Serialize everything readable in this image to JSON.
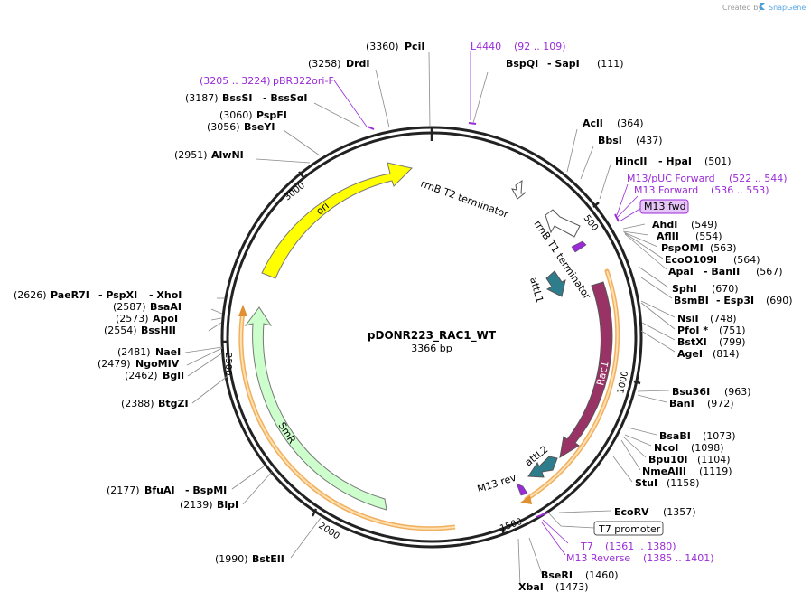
{
  "watermark": {
    "text": "Created by",
    "brand": "SnapGene"
  },
  "plasmid": {
    "name": "pDONR223_RAC1_WT",
    "length": "3366 bp"
  },
  "ticks": [
    "500",
    "1000",
    "1500",
    "2000",
    "2500",
    "3000"
  ],
  "features": {
    "ori": "ori",
    "rrnb_t2": "rrnB T2 terminator",
    "rrnb_t1": "rrnB T1 terminator",
    "attl1": "attL1",
    "rac1": "Rac1",
    "attl2": "attL2",
    "m13rev": "M13 rev",
    "smr": "SmR"
  },
  "sites": {
    "pcii": {
      "pos": "(3360)",
      "name": "PciI"
    },
    "drdi": {
      "pos": "(3258)",
      "name": "DrdI"
    },
    "bsssi": {
      "pos": "(3187)",
      "name": "BssSI",
      "name2": "- BssSαI"
    },
    "pspfi": {
      "pos": "(3060)",
      "name": "PspFI"
    },
    "bseyi": {
      "pos": "(3056)",
      "name": "BseYI"
    },
    "alwni": {
      "pos": "(2951)",
      "name": "AlwNI"
    },
    "paer7i": {
      "pos": "(2626)",
      "name": "PaeR7I",
      "name2": "- PspXI",
      "name3": "- XhoI"
    },
    "bsaai": {
      "pos": "(2587)",
      "name": "BsaAI"
    },
    "apoi": {
      "pos": "(2573)",
      "name": "ApoI"
    },
    "bsshii": {
      "pos": "(2554)",
      "name": "BssHII"
    },
    "naei": {
      "pos": "(2481)",
      "name": "NaeI"
    },
    "ngomiv": {
      "pos": "(2479)",
      "name": "NgoMIV"
    },
    "bgli": {
      "pos": "(2462)",
      "name": "BglI"
    },
    "btgzi": {
      "pos": "(2388)",
      "name": "BtgZI"
    },
    "bfuai": {
      "pos": "(2177)",
      "name": "BfuAI",
      "name2": "- BspMI"
    },
    "blpi": {
      "pos": "(2139)",
      "name": "BlpI"
    },
    "bsteii": {
      "pos": "(1990)",
      "name": "BstEII"
    },
    "bspqi": {
      "name": "BspQI",
      "name2": "- SapI",
      "pos": "(111)"
    },
    "acli": {
      "name": "AclI",
      "pos": "(364)"
    },
    "bbsi": {
      "name": "BbsI",
      "pos": "(437)"
    },
    "hincii": {
      "name": "HincII",
      "name2": "- HpaI",
      "pos": "(501)"
    },
    "ahdi": {
      "name": "AhdI",
      "pos": "(549)"
    },
    "aflii": {
      "name": "AflII",
      "pos": "(554)"
    },
    "pspomi": {
      "name": "PspOMI",
      "pos": "(563)"
    },
    "ecoo109i": {
      "name": "EcoO109I",
      "pos": "(564)"
    },
    "apai": {
      "name": "ApaI",
      "name2": "- BanII",
      "pos": "(567)"
    },
    "sphi": {
      "name": "SphI",
      "pos": "(670)"
    },
    "bsmbi": {
      "name": "BsmBI",
      "name2": "- Esp3I",
      "pos": "(690)"
    },
    "nsii": {
      "name": "NsiI",
      "pos": "(748)"
    },
    "pfoi": {
      "name": "PfoI *",
      "pos": "(751)"
    },
    "bstxi": {
      "name": "BstXI",
      "pos": "(799)"
    },
    "agei": {
      "name": "AgeI",
      "pos": "(814)"
    },
    "bsu36i": {
      "name": "Bsu36I",
      "pos": "(963)"
    },
    "bani": {
      "name": "BanI",
      "pos": "(972)"
    },
    "bsabi": {
      "name": "BsaBI",
      "pos": "(1073)"
    },
    "ncoi": {
      "name": "NcoI",
      "pos": "(1098)"
    },
    "bpu10i": {
      "name": "Bpu10I",
      "pos": "(1104)"
    },
    "nmeaiii": {
      "name": "NmeAIII",
      "pos": "(1119)"
    },
    "stui": {
      "name": "StuI",
      "pos": "(1158)"
    },
    "ecorv": {
      "name": "EcoRV",
      "pos": "(1357)"
    },
    "bseri": {
      "name": "BseRI",
      "pos": "(1460)"
    },
    "xbai": {
      "name": "XbaI",
      "pos": "(1473)"
    }
  },
  "primers": {
    "pbr322ori": {
      "range": "(3205 .. 3224)",
      "name": "pBR322ori-F"
    },
    "l4440": {
      "name": "L4440",
      "range": "(92 .. 109)"
    },
    "m13puc": {
      "name": "M13/pUC Forward",
      "range": "(522 .. 544)"
    },
    "m13fwd_long": {
      "name": "M13 Forward",
      "range": "(536 .. 553)"
    },
    "m13fwd_box": "M13 fwd",
    "t7prom": "T7 promoter",
    "t7": {
      "name": "T7",
      "range": "(1361 .. 1380)"
    },
    "m13reverse": {
      "name": "M13 Reverse",
      "range": "(1385 .. 1401)"
    }
  },
  "colors": {
    "ori": "#ffff00",
    "smr": "#ccffcc",
    "rac1": "#993366",
    "attl": "#2e7d8c",
    "primer": "#9a2bd8",
    "orange_track": "#f0b060"
  }
}
